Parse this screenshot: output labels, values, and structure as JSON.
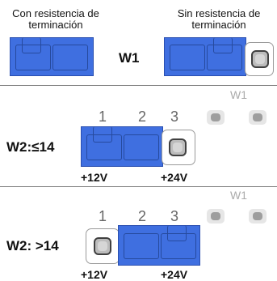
{
  "section1": {
    "left_caption_line1": "Con resistencia de",
    "left_caption_line2": "terminación",
    "right_caption_line1": "Sin resistencia de",
    "right_caption_line2": "terminación",
    "jumper_label": "W1"
  },
  "section2": {
    "label": "W2:≤14",
    "pins": [
      "1",
      "2",
      "3"
    ],
    "volt_left": "+12V",
    "volt_right": "+24V",
    "w1_label": "W1"
  },
  "section3": {
    "label": "W2: >14",
    "pins": [
      "1",
      "2",
      "3"
    ],
    "volt_left": "+12V",
    "volt_right": "+24V",
    "w1_label": "W1"
  },
  "colors": {
    "connector_blue": "#3f6fe0",
    "jumper_grey": "#bcbcbc",
    "divider": "#7f7f7f"
  }
}
